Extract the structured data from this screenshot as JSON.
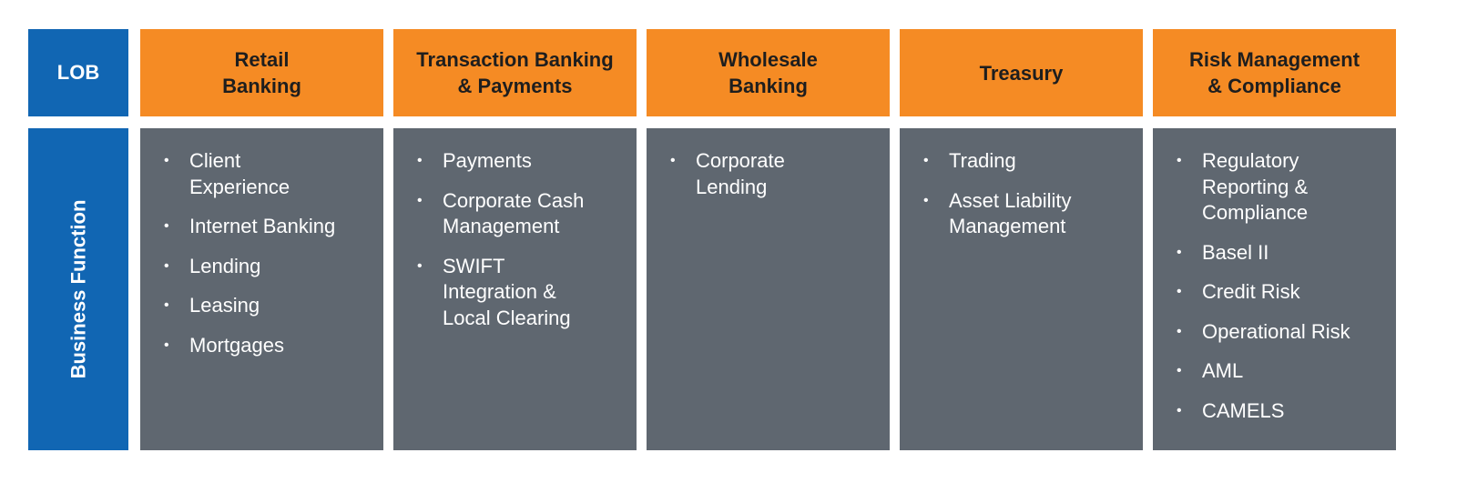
{
  "colors": {
    "label_blue": "#1166b3",
    "header_orange": "#f58b24",
    "body_gray": "#5f6770"
  },
  "row_labels": {
    "lob": "LOB",
    "business_function": "Business Function"
  },
  "columns": [
    {
      "header": "Retail\nBanking",
      "items": [
        "Client\nExperience",
        "Internet Banking",
        "Lending",
        "Leasing",
        "Mortgages"
      ]
    },
    {
      "header": "Transaction Banking\n& Payments",
      "items": [
        "Payments",
        "Corporate Cash\nManagement",
        "SWIFT\nIntegration &\nLocal Clearing"
      ]
    },
    {
      "header": "Wholesale\nBanking",
      "items": [
        "Corporate\nLending"
      ]
    },
    {
      "header": "Treasury",
      "items": [
        "Trading",
        "Asset Liability\nManagement"
      ]
    },
    {
      "header": "Risk Management\n& Compliance",
      "items": [
        "Regulatory\nReporting &\nCompliance",
        "Basel II",
        "Credit Risk",
        "Operational Risk",
        "AML",
        "CAMELS"
      ]
    }
  ]
}
